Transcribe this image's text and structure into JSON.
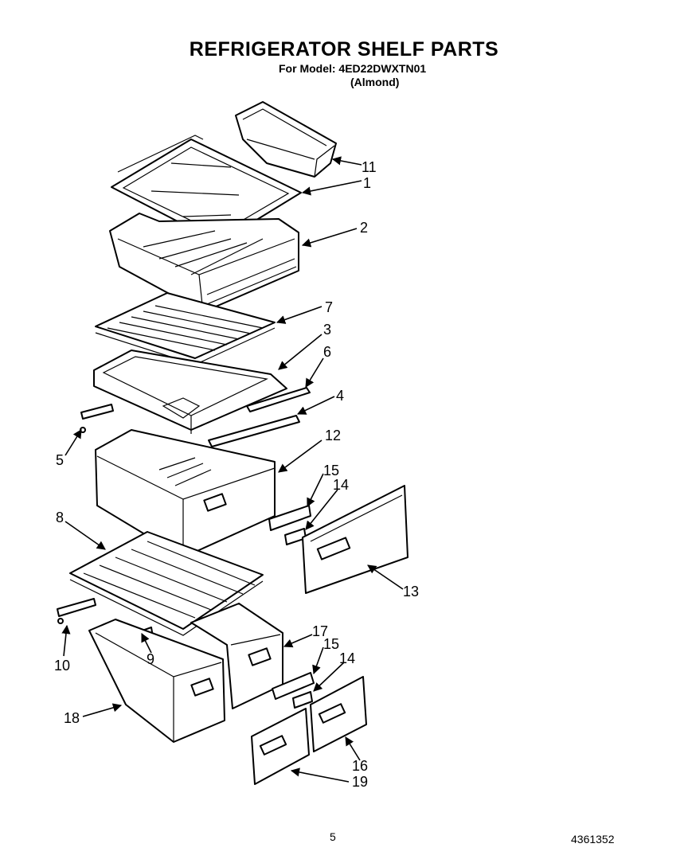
{
  "header": {
    "title": "REFRIGERATOR SHELF PARTS",
    "model_line": "For Model: 4ED22DWXTN01",
    "variant": "(Almond)"
  },
  "callouts": {
    "c1": "1",
    "c2": "2",
    "c3": "3",
    "c4": "4",
    "c5": "5",
    "c6": "6",
    "c7": "7",
    "c8": "8",
    "c9": "9",
    "c10": "10",
    "c11": "11",
    "c12": "12",
    "c13": "13",
    "c14a": "14",
    "c14b": "14",
    "c15a": "15",
    "c15b": "15",
    "c16": "16",
    "c17": "17",
    "c18": "18",
    "c19": "19"
  },
  "footer": {
    "page_number": "5",
    "document_number": "4361352"
  }
}
